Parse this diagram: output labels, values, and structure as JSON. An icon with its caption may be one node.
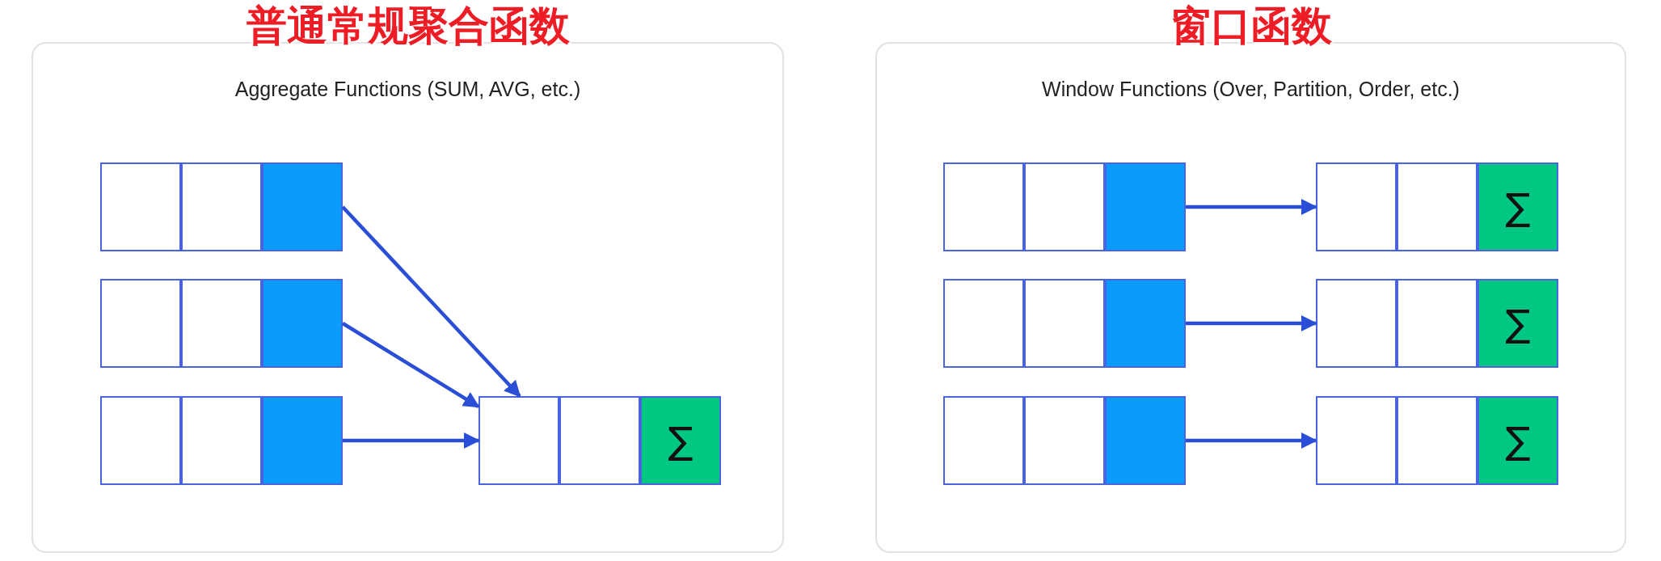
{
  "diagram": {
    "nodes": [
      {
        "text": [
          "普通常规聚合函数",
          "Aggregate Functions (SUM, AVG, etc.)"
        ]
      },
      {
        "text": [],
        "shape": "box",
        "in": 0
      },
      {
        "text": [],
        "shape": "box",
        "in": 1
      },
      {
        "text": [],
        "shape": "box",
        "in": 1
      },
      {
        "text": [],
        "shape": "box",
        "in": 1
      },
      {
        "text": [],
        "shape": "box",
        "in": 0
      },
      {
        "text": [],
        "shape": "box",
        "in": 5
      },
      {
        "text": [],
        "shape": "box",
        "in": 5
      },
      {
        "text": [],
        "shape": "box",
        "in": 5
      },
      {
        "text": [],
        "shape": "box",
        "in": 0
      },
      {
        "text": [],
        "shape": "box",
        "in": 9
      },
      {
        "text": [],
        "shape": "box",
        "in": 9
      },
      {
        "text": [],
        "shape": "box",
        "in": 9
      },
      {
        "text": [],
        "shape": "box",
        "in": 0
      },
      {
        "text": [],
        "shape": "box",
        "in": 13
      },
      {
        "text": [],
        "shape": "box",
        "in": 13
      },
      {
        "text": [
          "∑"
        ],
        "in": 13
      },
      {
        "text": [
          "窗口函数",
          "Window Functions (Over, Partition, Order, etc.)"
        ]
      },
      {
        "text": [],
        "shape": "box",
        "in": 17
      },
      {
        "text": [],
        "shape": "box",
        "in": 18
      },
      {
        "text": [],
        "shape": "box",
        "in": 18
      },
      {
        "text": [],
        "shape": "box",
        "in": 18
      },
      {
        "text": [],
        "shape": "box",
        "in": 17
      },
      {
        "text": [],
        "shape": "box",
        "in": 22
      },
      {
        "text": [],
        "shape": "box",
        "in": 22
      },
      {
        "text": [
          "∑"
        ],
        "in": 22
      },
      {
        "text": [],
        "shape": "box",
        "in": 17
      },
      {
        "text": [],
        "shape": "box",
        "in": 26
      },
      {
        "text": [],
        "shape": "box",
        "in": 26
      },
      {
        "text": [],
        "shape": "box",
        "in": 26
      },
      {
        "text": [],
        "shape": "box",
        "in": 17
      },
      {
        "text": [],
        "shape": "box",
        "in": 30
      },
      {
        "text": [],
        "shape": "box",
        "in": 30
      },
      {
        "text": [
          "∑"
        ],
        "in": 30
      },
      {
        "text": [],
        "shape": "box",
        "in": 17
      },
      {
        "text": [],
        "shape": "box",
        "in": 34
      },
      {
        "text": [],
        "shape": "box",
        "in": 34
      },
      {
        "text": [],
        "shape": "box",
        "in": 34
      },
      {
        "text": [],
        "shape": "box",
        "in": 17
      },
      {
        "text": [],
        "shape": "box",
        "in": 38
      },
      {
        "text": [],
        "shape": "box",
        "in": 38
      },
      {
        "text": [
          "∑"
        ],
        "in": 38
      }
    ],
    "edges": [
      {
        "from": 1,
        "to": 13,
        "arrow": "to"
      },
      {
        "from": 5,
        "to": 13,
        "arrow": "to"
      },
      {
        "from": 9,
        "to": 13,
        "arrow": "to"
      },
      {
        "from": 18,
        "to": 22,
        "arrow": "to"
      },
      {
        "from": 26,
        "to": 30,
        "arrow": "to"
      },
      {
        "from": 34,
        "to": 38,
        "arrow": "to"
      }
    ]
  }
}
